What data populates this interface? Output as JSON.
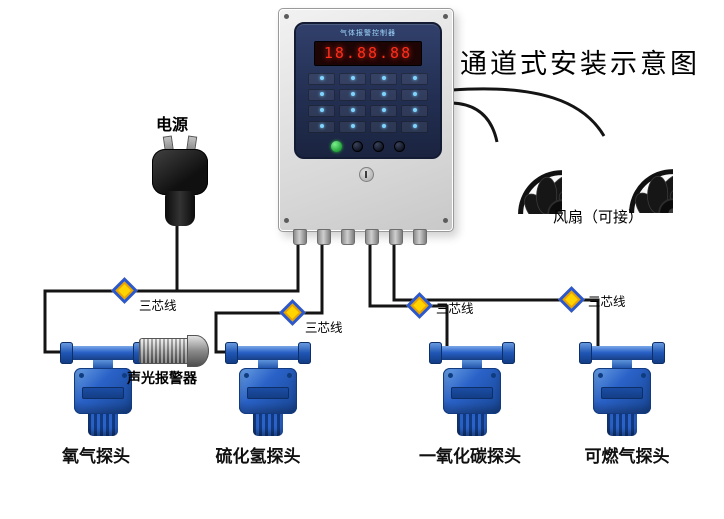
{
  "title": "通道式安装示意图",
  "controller": {
    "panel_title": "气体报警控制器",
    "display_value": "18.88.88"
  },
  "power": {
    "label": "电源"
  },
  "fans": {
    "label": "风扇（可接）"
  },
  "alarm": {
    "label": "声光报警器"
  },
  "wire_label": "三芯线",
  "detectors": [
    {
      "label": "氧气探头"
    },
    {
      "label": "硫化氢探头"
    },
    {
      "label": "一氧化碳探头"
    },
    {
      "label": "可燃气探头"
    }
  ],
  "colors": {
    "detector_blue": "#2a62c8",
    "wire_black": "#141414",
    "diamond_yellow": "#ffd400",
    "diamond_border": "#2b57d0",
    "led_red": "#ff2d1a",
    "panel_navy": "#232f52"
  }
}
